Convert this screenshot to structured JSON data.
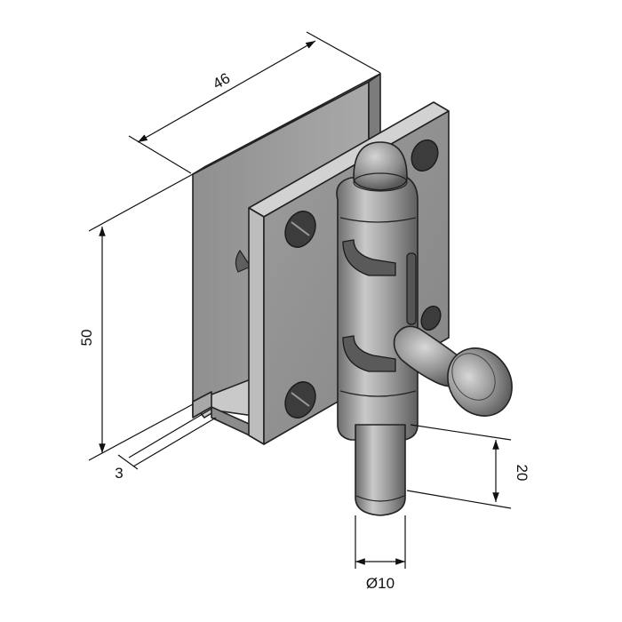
{
  "dimensions": {
    "width": "46",
    "height": "50",
    "thickness": "3",
    "stroke": "20",
    "pin_diameter": "Ø10"
  },
  "colors": {
    "background": "#ffffff",
    "metal_light": "#b9b9b9",
    "metal_mid": "#9a9a9a",
    "metal_dark": "#6b6b6b",
    "line": "#111111"
  }
}
